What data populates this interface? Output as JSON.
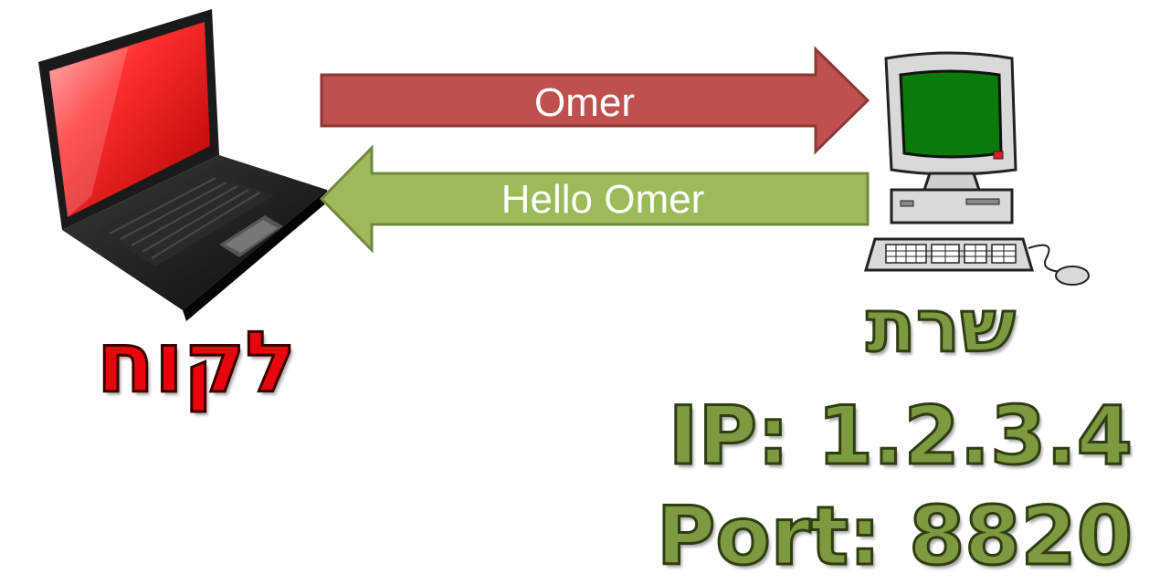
{
  "client": {
    "label": "לקוח",
    "icon": "laptop-icon",
    "color": "#e8050c"
  },
  "server": {
    "label": "שרת",
    "icon": "desktop-computer-icon",
    "ip_text": "IP: 1.2.3.4",
    "port_text": "Port: 8820",
    "color": "#7d9a40"
  },
  "messages": [
    {
      "text": "Omer",
      "direction": "client-to-server",
      "color": "#c0504d"
    },
    {
      "text": "Hello Omer",
      "direction": "server-to-client",
      "color": "#9bbb59"
    }
  ]
}
